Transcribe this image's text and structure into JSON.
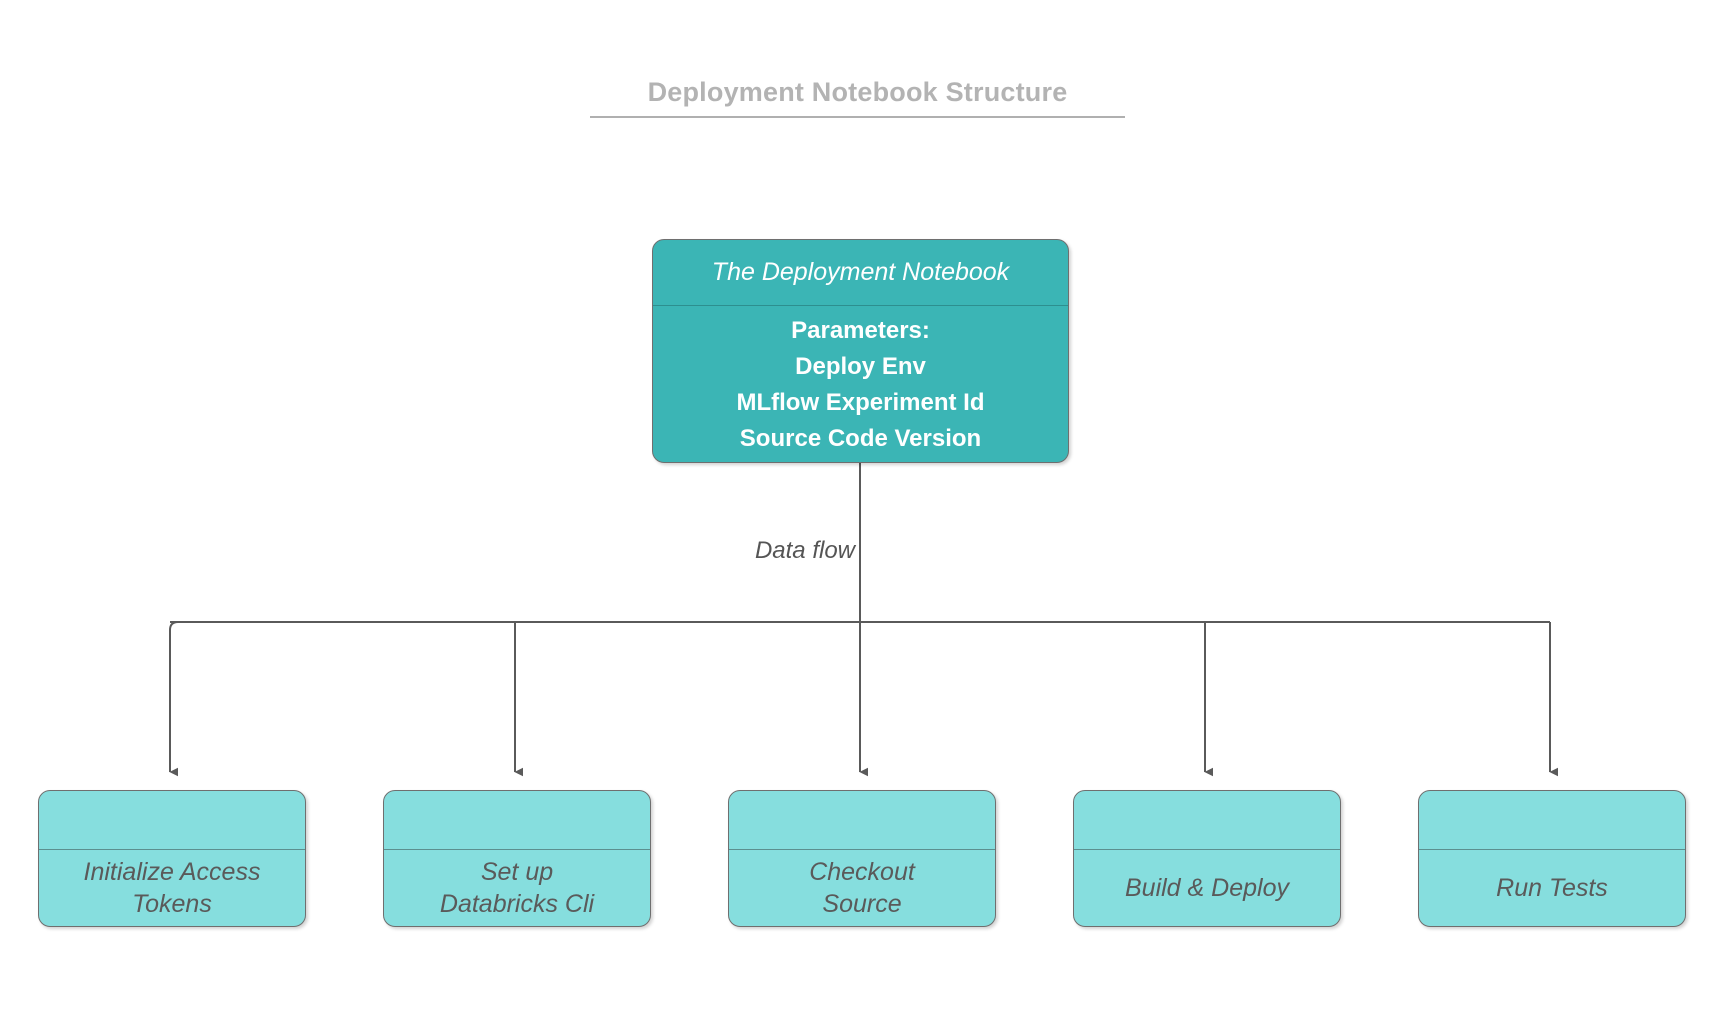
{
  "diagram": {
    "title": "Deployment Notebook Structure",
    "type": "flowchart",
    "edge_label": "Data flow",
    "colors": {
      "root_fill": "#3bb5b5",
      "leaf_fill": "#86dede",
      "node_stroke": "#6f6f6f",
      "title_text": "#b3b3b3",
      "edge_stroke": "#5a5a5a",
      "leaf_text": "#5a5a5a",
      "root_text": "#ffffff"
    },
    "root_node": {
      "header": "The Deployment Notebook",
      "parameters": [
        "Parameters:",
        "Deploy Env",
        "MLflow Experiment Id",
        "Source Code Version"
      ]
    },
    "leaf_nodes": [
      {
        "label": "Initialize Access\nTokens"
      },
      {
        "label": "Set up\nDatabricks Cli"
      },
      {
        "label": "Checkout\nSource"
      },
      {
        "label": "Build & Deploy"
      },
      {
        "label": "Run Tests"
      }
    ]
  }
}
